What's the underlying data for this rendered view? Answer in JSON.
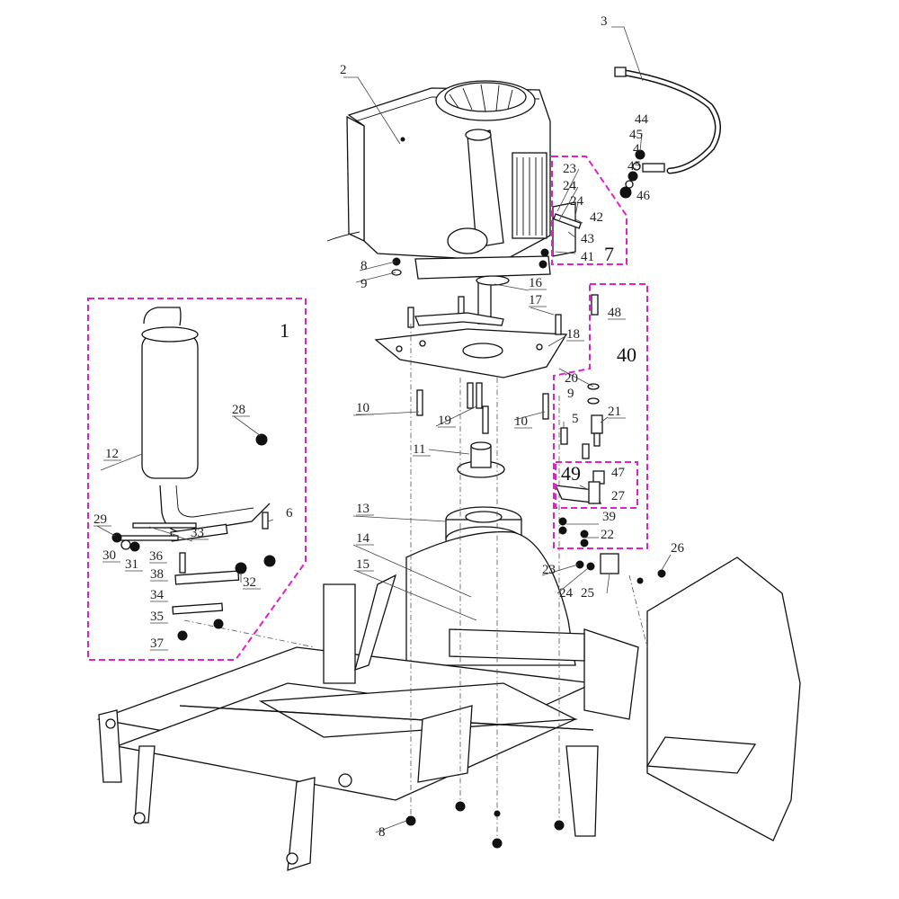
{
  "callouts": [
    {
      "label": "1"
    },
    {
      "label": "2"
    },
    {
      "label": "3"
    },
    {
      "label": "4"
    },
    {
      "label": "5"
    },
    {
      "label": "6"
    },
    {
      "label": "7"
    },
    {
      "label": "8"
    },
    {
      "label": "8"
    },
    {
      "label": "9"
    },
    {
      "label": "9"
    },
    {
      "label": "10"
    },
    {
      "label": "10"
    },
    {
      "label": "11"
    },
    {
      "label": "12"
    },
    {
      "label": "13"
    },
    {
      "label": "14"
    },
    {
      "label": "15"
    },
    {
      "label": "16"
    },
    {
      "label": "17"
    },
    {
      "label": "18"
    },
    {
      "label": "19"
    },
    {
      "label": "20"
    },
    {
      "label": "21"
    },
    {
      "label": "22"
    },
    {
      "label": "23"
    },
    {
      "label": "23"
    },
    {
      "label": "24"
    },
    {
      "label": "24"
    },
    {
      "label": "24"
    },
    {
      "label": "25"
    },
    {
      "label": "26"
    },
    {
      "label": "27"
    },
    {
      "label": "28"
    },
    {
      "label": "29"
    },
    {
      "label": "30"
    },
    {
      "label": "31"
    },
    {
      "label": "32"
    },
    {
      "label": "33"
    },
    {
      "label": "34"
    },
    {
      "label": "35"
    },
    {
      "label": "36"
    },
    {
      "label": "37"
    },
    {
      "label": "38"
    },
    {
      "label": "39"
    },
    {
      "label": "40"
    },
    {
      "label": "41"
    },
    {
      "label": "42"
    },
    {
      "label": "43"
    },
    {
      "label": "44"
    },
    {
      "label": "45"
    },
    {
      "label": "45"
    },
    {
      "label": "46"
    },
    {
      "label": "47"
    },
    {
      "label": "48"
    },
    {
      "label": "49"
    }
  ],
  "groups": [
    "1",
    "7",
    "40",
    "49"
  ],
  "colors": {
    "group_outline": "#e020c8",
    "line": "#111111",
    "background": "#ffffff"
  }
}
